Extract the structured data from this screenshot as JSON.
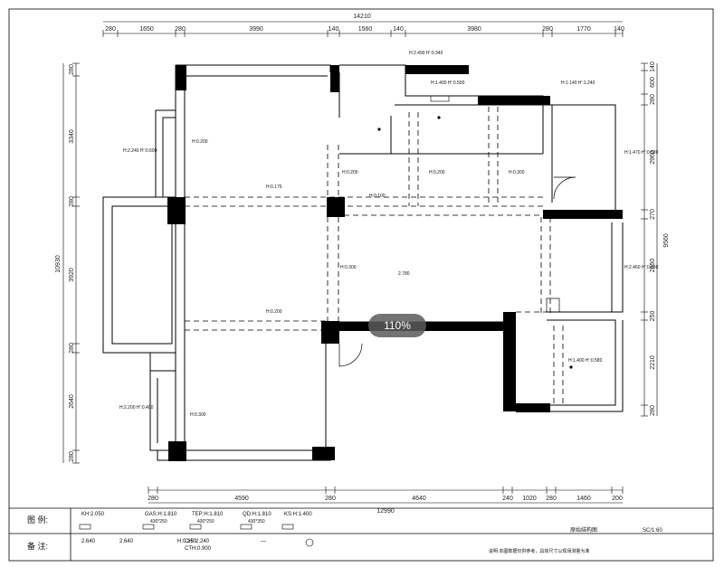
{
  "zoom_label": "110%",
  "top_total": "14210",
  "top_dims": [
    "280",
    "1650",
    "280",
    "3990",
    "140",
    "1560",
    "140",
    "3980",
    "280",
    "1770",
    "140"
  ],
  "left_total": "10930",
  "left_dims": [
    "280",
    "3340",
    "280",
    "3920",
    "280",
    "2640",
    "280"
  ],
  "right_total": "9560",
  "right_dims": [
    "140",
    "600",
    "280",
    "2960",
    "270",
    "2650",
    "250",
    "2210",
    "280"
  ],
  "bottom_total": "12990",
  "bottom_dims": [
    "280",
    "4590",
    "280",
    "4640",
    "240",
    "1020",
    "280",
    "1460",
    "200"
  ],
  "room_labels": [
    "H:2.490  H':0.340",
    "H:1.400  H':0.500",
    "H:1.140  H':1.240",
    "H:2.240  H':0.600",
    "H:0.200",
    "H:0.200",
    "H:0.176",
    "H:0.200",
    "H:0.100",
    "H:0.300",
    "H:1.470  H':0.530",
    "H:0.300",
    "2.780",
    "H:2.460  H':0.830",
    "H:0.200",
    "H:2.200  H':0.400",
    "H:0.300",
    "H:1.400  H':0.580"
  ],
  "legend": {
    "label_title": "图 例:",
    "label_note": "备 注:",
    "row1": [
      "KH:2.050",
      "GAS:H:1.810",
      "TEP:H:1.810",
      "QD:H:1.810",
      "KS:H:1.400"
    ],
    "row1_sub": [
      "",
      "430*250",
      "430*250",
      "430*350",
      ""
    ],
    "row2": [
      "2.640",
      "2.640",
      "H:0.150",
      "CH: 2.240",
      "—"
    ],
    "row2_sub": [
      "",
      "",
      "",
      "CTH:0.900",
      ""
    ],
    "drawing_title": "原始结构图",
    "scale": "SC/1:60",
    "note": "说明:本图数据仅供参考，具体尺寸以现场测量为准"
  }
}
